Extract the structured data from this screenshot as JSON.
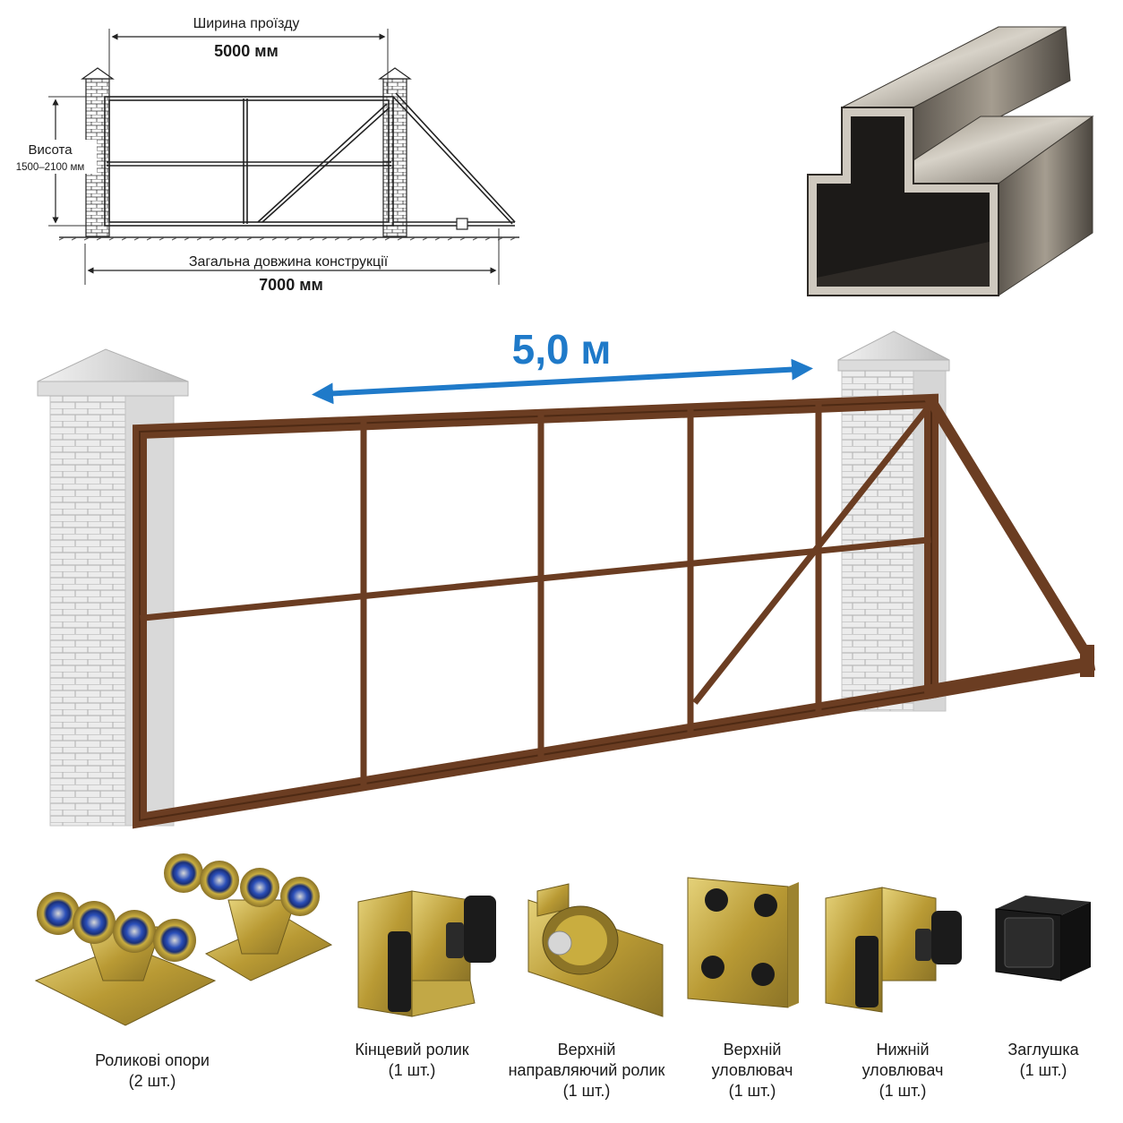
{
  "colors": {
    "frame_brown": "#6b3d22",
    "frame_brown_dark": "#4e2a14",
    "arrow_blue": "#1f7ac9",
    "brick": "#e6e6e6",
    "zinc_yellow": "#c9ad3f",
    "bearing_blue": "#2b4fb8"
  },
  "schematic": {
    "width_label": "Ширина проїзду",
    "width_value": "5000 мм",
    "height_label": "Висота",
    "height_value": "1500–2100 мм",
    "length_label": "Загальна довжина конструкції",
    "length_value": "7000 мм"
  },
  "main": {
    "span_label": "5,0 м"
  },
  "components": [
    {
      "line1": "Роликові опори",
      "line2": "(2 шт.)",
      "line3": ""
    },
    {
      "line1": "Кінцевий ролик",
      "line2": "(1 шт.)",
      "line3": ""
    },
    {
      "line1": "Верхній",
      "line2": "направляючий ролик",
      "line3": "(1 шт.)"
    },
    {
      "line1": "Верхній",
      "line2": "уловлювач",
      "line3": "(1 шт.)"
    },
    {
      "line1": "Нижній",
      "line2": "уловлювач",
      "line3": "(1 шт.)"
    },
    {
      "line1": "Заглушка",
      "line2": "(1 шт.)",
      "line3": ""
    }
  ]
}
